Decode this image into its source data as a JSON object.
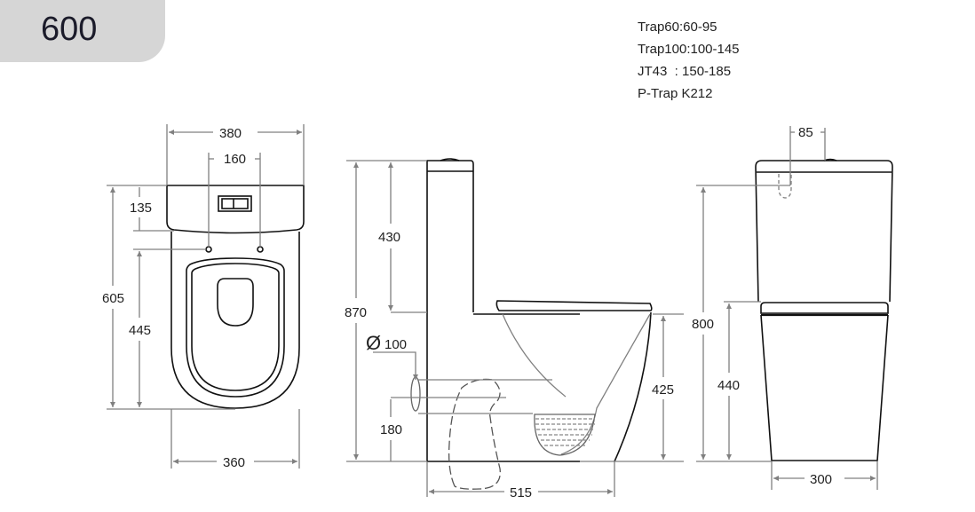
{
  "badge": {
    "label": "600"
  },
  "trap_notes": [
    "Trap60:60-95",
    "Trap100:100-145",
    "JT43  : 150-185",
    "P-Trap K212"
  ],
  "top_view": {
    "overall_width": "380",
    "hole_spacing": "160",
    "tank_depth": "135",
    "overall_depth": "605",
    "bowl_depth": "445",
    "base_width": "360"
  },
  "side_view": {
    "overall_height": "870",
    "tank_height": "430",
    "outlet_diameter": "Ø100",
    "outlet_height": "180",
    "seat_height": "425",
    "base_length": "515"
  },
  "front_view": {
    "outlet_offset": "85",
    "height_to_inlet": "800",
    "seat_height": "440",
    "base_width": "300"
  },
  "colors": {
    "outline": "#111111",
    "dimension": "#808080",
    "badge_bg": "#d6d6d6"
  }
}
